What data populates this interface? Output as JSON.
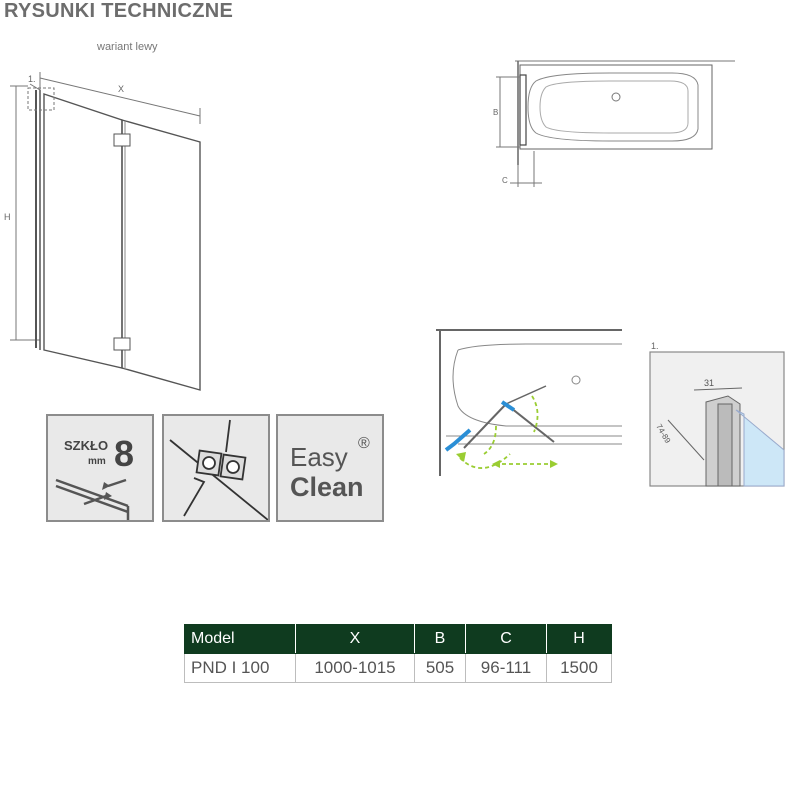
{
  "header": {
    "title": "RYSUNKI TECHNICZNE",
    "variant": "wariant lewy"
  },
  "front_drawing": {
    "label_x": "X",
    "label_h": "H",
    "label_detail": "1."
  },
  "top_view": {
    "label_b": "B",
    "label_c": "C"
  },
  "detail_view": {
    "number": "1.",
    "dim_width": "31",
    "dim_range": "74-89"
  },
  "features": {
    "glass": {
      "word": "SZKŁO",
      "unit": "mm",
      "value": "8"
    },
    "easy_clean": {
      "line1": "Easy",
      "line2": "Clean",
      "mark": "®"
    }
  },
  "colors": {
    "table_header": "#0f3b1f",
    "accent_green": "#9acd32",
    "accent_blue": "#2b8fd6"
  },
  "spec_table": {
    "headers": [
      "Model",
      "X",
      "B",
      "C",
      "H"
    ],
    "rows": [
      [
        "PND I 100",
        "1000-1015",
        "505",
        "96-111",
        "1500"
      ]
    ]
  }
}
